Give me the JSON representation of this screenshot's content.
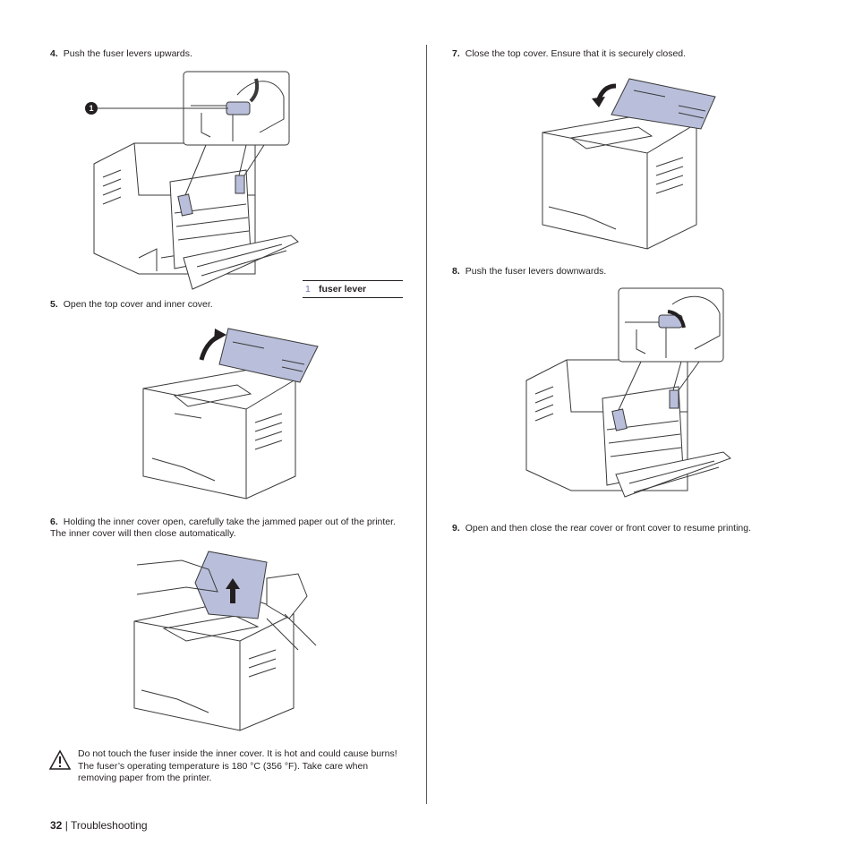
{
  "steps": {
    "s4": {
      "num": "4.",
      "text": "Push the fuser levers upwards."
    },
    "s5": {
      "num": "5.",
      "text": "Open the top cover and inner cover."
    },
    "s6": {
      "num": "6.",
      "text": "Holding the inner cover open, carefully take the jammed paper out of the printer. The inner cover will then close automatically."
    },
    "s7": {
      "num": "7.",
      "text": "Close the top cover. Ensure that it is securely closed."
    },
    "s8": {
      "num": "8.",
      "text": "Push the fuser levers downwards."
    },
    "s9": {
      "num": "9.",
      "text": "Open and then close the rear cover or front cover to resume printing."
    }
  },
  "callout": {
    "number": "1",
    "label": "fuser lever"
  },
  "warning": {
    "icon": "warning-triangle-icon",
    "text": "Do not touch the fuser inside the inner cover. It is hot and could cause burns! The fuser’s operating temperature is 180 °C (356 °F). Take care when removing paper from the printer."
  },
  "footer": {
    "page": "32",
    "separator": " | ",
    "section": "Troubleshooting"
  },
  "colors": {
    "cover_tint": "#b9bfdb",
    "callout_number": "#6e74b5",
    "text": "#231f20"
  }
}
